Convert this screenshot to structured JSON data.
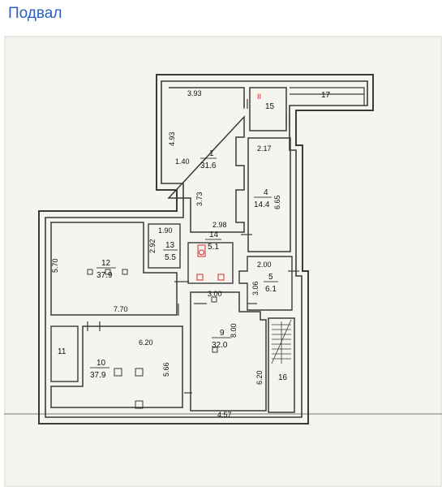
{
  "page": {
    "title": "Подвал"
  },
  "colors": {
    "title": "#2a5ec0",
    "wall": "#3a3a3a",
    "paper": "#f5f4ef",
    "mark": "#d42a2a"
  },
  "marks": {
    "stair_index": "II"
  },
  "rooms": [
    {
      "id": "1",
      "area": "31.6"
    },
    {
      "id": "4",
      "area": "14.4"
    },
    {
      "id": "5",
      "area": "6.1"
    },
    {
      "id": "9",
      "area": "32.0"
    },
    {
      "id": "10",
      "area": "37.9"
    },
    {
      "id": "11",
      "area": ""
    },
    {
      "id": "12",
      "area": "37.9"
    },
    {
      "id": "13",
      "area": "5.5"
    },
    {
      "id": "14",
      "area": "5.1"
    },
    {
      "id": "15",
      "area": ""
    },
    {
      "id": "16",
      "area": ""
    },
    {
      "id": "17",
      "area": ""
    }
  ],
  "dims": {
    "d393": "3.93",
    "d493": "4.93",
    "d140": "1.40",
    "d373": "3.73",
    "d298": "2.98",
    "d217": "2.17",
    "d665": "6.65",
    "d200": "2.00",
    "d306": "3.06",
    "d190": "1.90",
    "d292": "2.92",
    "d570": "5.70",
    "d770": "7.70",
    "d300": "3.00",
    "d800": "8.00",
    "d620a": "6.20",
    "d566": "5.66",
    "d620b": "6.20",
    "d457": "4.57"
  }
}
